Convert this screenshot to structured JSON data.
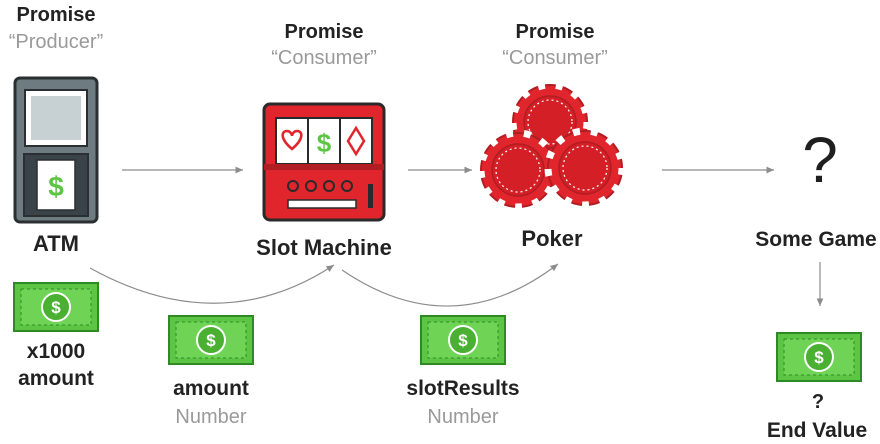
{
  "colors": {
    "red": "#e0262c",
    "dark_red": "#b01d22",
    "green": "#5cc544",
    "dark": "#222222",
    "gray_text": "#9a9a9a",
    "arrow": "#8c8c8c",
    "atm_gray": "#6e7b80"
  },
  "atm": {
    "role": "Promise",
    "role_sub": "“Producer”",
    "label": "ATM",
    "money_label_1": "x1000",
    "money_label_2": "amount",
    "icon": "atm-icon"
  },
  "slot": {
    "role": "Promise",
    "role_sub": "“Consumer”",
    "label": "Slot Machine",
    "icon": "slot-machine-icon",
    "reel_symbols": [
      "heart",
      "$",
      "diamond"
    ]
  },
  "poker": {
    "role": "Promise",
    "role_sub": "“Consumer”",
    "label": "Poker",
    "icon": "poker-chips-icon"
  },
  "game": {
    "symbol": "?",
    "label": "Some Game",
    "end_symbol": "?",
    "end_label": "End Value"
  },
  "transfers": [
    {
      "name": "amount",
      "type": "Number"
    },
    {
      "name": "slotResults",
      "type": "Number"
    }
  ]
}
